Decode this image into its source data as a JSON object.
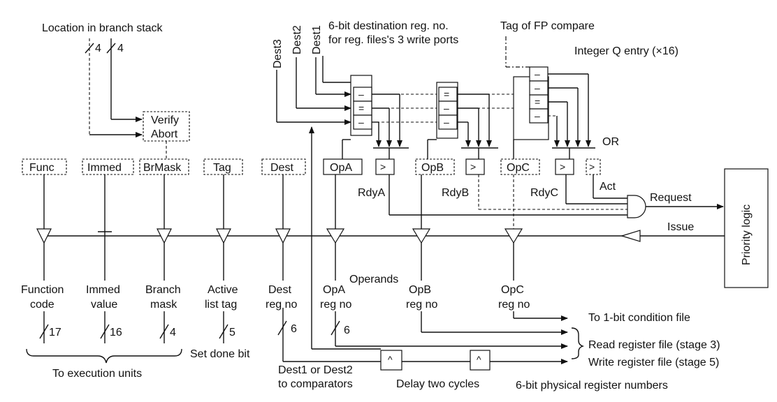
{
  "labels": {
    "branch_stack": "Location in branch stack",
    "bus4a": "4",
    "bus4b": "4",
    "verify": "Verify",
    "abort": "Abort",
    "dest3": "Dest3",
    "dest2": "Dest2",
    "dest1": "Dest1",
    "dest_regno_line1": "6-bit destination reg. no.",
    "dest_regno_line2": "for reg. files's 3 write ports",
    "tag_fp": "Tag of FP compare",
    "intq": "Integer Q entry (×16)",
    "or": "OR",
    "rdyA": "RdyA",
    "rdyB": "RdyB",
    "rdyC": "RdyC",
    "act": "Act",
    "request": "Request",
    "issue": "Issue",
    "priority": "Priority logic",
    "operands": "Operands",
    "fields": {
      "func": "Func",
      "immed": "Immed",
      "brmask": "BrMask",
      "tag": "Tag",
      "dest": "Dest",
      "opa": "OpA",
      "opb": "OpB",
      "opc": "OpC"
    },
    "outputs": {
      "func_l1": "Function",
      "func_l2": "code",
      "immed_l1": "Immed",
      "immed_l2": "value",
      "branch_l1": "Branch",
      "branch_l2": "mask",
      "active_l1": "Active",
      "active_l2": "list tag",
      "dest_l1": "Dest",
      "dest_l2": "reg no",
      "opa_l1": "OpA",
      "opa_l2": "reg no",
      "opb_l1": "OpB",
      "opb_l2": "reg no",
      "opc_l1": "OpC",
      "opc_l2": "reg no"
    },
    "widths": {
      "w17": "17",
      "w16": "16",
      "w4": "4",
      "w5": "5",
      "w6a": "6",
      "w6b": "6"
    },
    "to_exec": "To execution units",
    "set_done": "Set done bit",
    "dest_comp_l1": "Dest1 or Dest2",
    "dest_comp_l2": "to comparators",
    "delay": "Delay two cycles",
    "to_cond": "To 1-bit condition file",
    "read_rf": "Read register file (stage 3)",
    "write_rf": "Write register file (stage 5)",
    "phys_regs": "6-bit physical register numbers",
    "eq": "=",
    "dash": "–",
    "gt": ">",
    "ff_d": "^"
  }
}
